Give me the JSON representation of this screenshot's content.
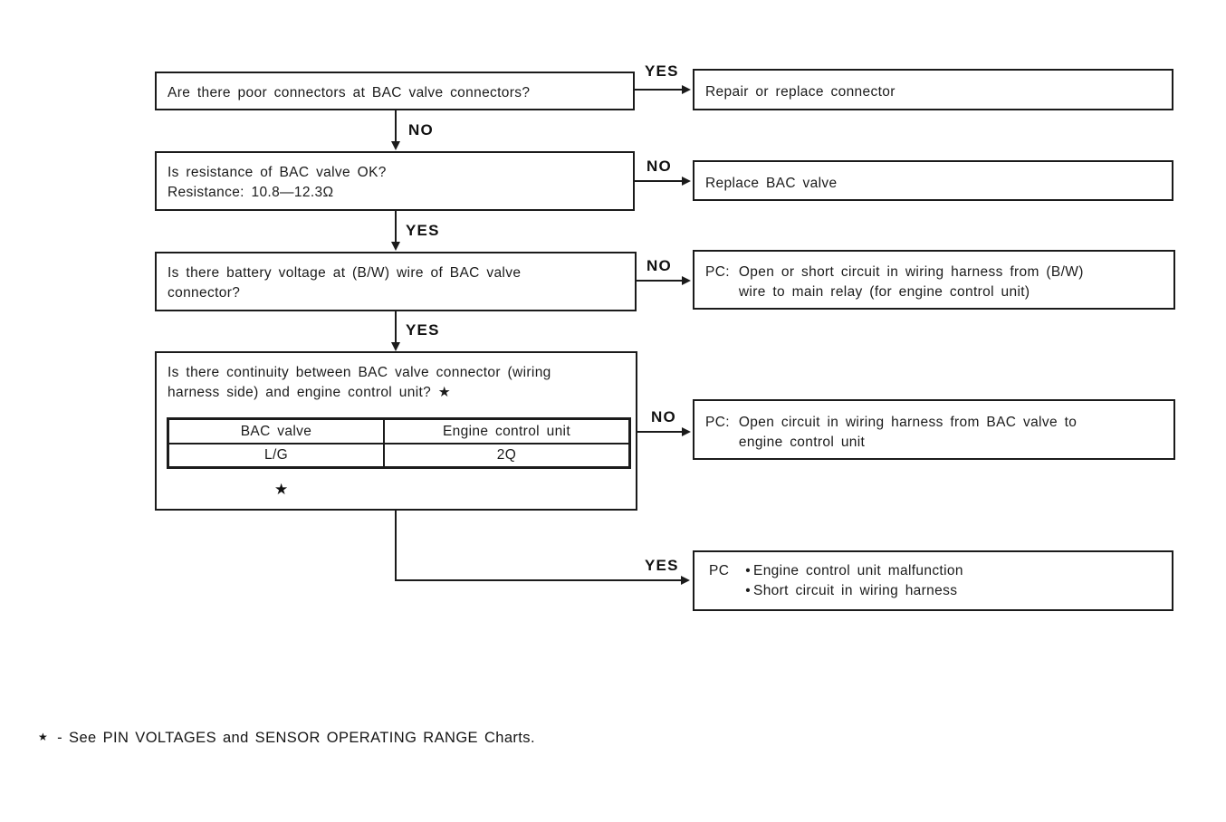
{
  "colors": {
    "ink": "#1b1b1b",
    "paper": "#ffffff"
  },
  "glyphs": {
    "bullet": "•",
    "star": "★"
  },
  "questions": [
    {
      "lines": [
        "Are there poor connectors at BAC valve connectors?"
      ]
    },
    {
      "lines": [
        "Is resistance of BAC valve OK?",
        "Resistance: 10.8—12.3Ω"
      ]
    },
    {
      "lines": [
        "Is there battery voltage at (B/W) wire of BAC valve",
        "connector?"
      ]
    },
    {
      "lines": [
        "Is there continuity between BAC valve connector (wiring",
        "harness side) and engine control unit? ★"
      ],
      "table": {
        "headers": [
          "BAC valve",
          "Engine control unit"
        ],
        "rows": [
          [
            "L/G",
            "2Q"
          ]
        ]
      },
      "note_mark": "★"
    }
  ],
  "actions": [
    {
      "branch": "YES",
      "lines": [
        "Repair or replace connector"
      ]
    },
    {
      "branch": "NO",
      "lines": [
        "Replace BAC valve"
      ]
    },
    {
      "branch": "NO",
      "prefix": "PC:",
      "lines": [
        "Open or short circuit in wiring harness from (B/W)",
        "wire to main relay (for engine control unit)"
      ]
    },
    {
      "branch": "NO",
      "prefix": "PC:",
      "lines": [
        "Open circuit in wiring harness from BAC valve to",
        "engine control unit"
      ]
    },
    {
      "branch": "YES",
      "prefix": "PC",
      "bullets": [
        "Engine control unit malfunction",
        "Short circuit in wiring harness"
      ]
    }
  ],
  "connectors": [
    {
      "from": "q1",
      "to": "a1",
      "label": "YES"
    },
    {
      "from": "q1",
      "to": "q2",
      "label": "NO"
    },
    {
      "from": "q2",
      "to": "a2",
      "label": "NO"
    },
    {
      "from": "q2",
      "to": "q3",
      "label": "YES"
    },
    {
      "from": "q3",
      "to": "a3",
      "label": "NO"
    },
    {
      "from": "q3",
      "to": "q4",
      "label": "YES"
    },
    {
      "from": "q4",
      "to": "a4",
      "label": "NO"
    },
    {
      "from": "q4",
      "to": "a5",
      "label": "YES"
    }
  ],
  "footnote": {
    "mark": "★",
    "text": "- See PIN VOLTAGES and SENSOR OPERATING RANGE Charts."
  }
}
